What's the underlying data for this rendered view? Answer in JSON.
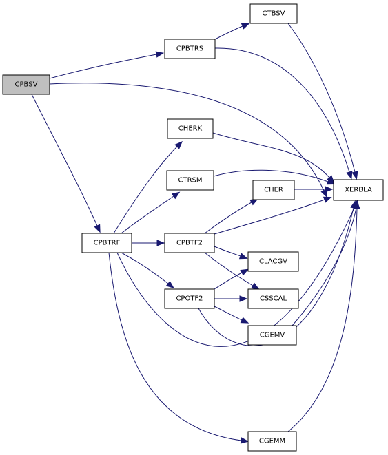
{
  "diagram": {
    "colors": {
      "edge": "#191970",
      "node_border": "#000000",
      "root_fill": "#bfbfbf",
      "node_fill": "#ffffff"
    },
    "nodes": [
      {
        "id": "CPBSV",
        "label": "CPBSV",
        "root": true
      },
      {
        "id": "CPBTRS",
        "label": "CPBTRS"
      },
      {
        "id": "CTBSV",
        "label": "CTBSV"
      },
      {
        "id": "CHERK",
        "label": "CHERK"
      },
      {
        "id": "CTRSM",
        "label": "CTRSM"
      },
      {
        "id": "CHER",
        "label": "CHER"
      },
      {
        "id": "XERBLA",
        "label": "XERBLA"
      },
      {
        "id": "CPBTRF",
        "label": "CPBTRF"
      },
      {
        "id": "CPBTF2",
        "label": "CPBTF2"
      },
      {
        "id": "CLACGV",
        "label": "CLACGV"
      },
      {
        "id": "CPOTF2",
        "label": "CPOTF2"
      },
      {
        "id": "CSSCAL",
        "label": "CSSCAL"
      },
      {
        "id": "CGEMV",
        "label": "CGEMV"
      },
      {
        "id": "CGEMM",
        "label": "CGEMM"
      }
    ],
    "edges": [
      {
        "from": "CPBSV",
        "to": "CPBTRS"
      },
      {
        "from": "CPBSV",
        "to": "XERBLA"
      },
      {
        "from": "CPBSV",
        "to": "CPBTRF"
      },
      {
        "from": "CPBTRS",
        "to": "CTBSV"
      },
      {
        "from": "CPBTRS",
        "to": "XERBLA"
      },
      {
        "from": "CTBSV",
        "to": "XERBLA"
      },
      {
        "from": "CHERK",
        "to": "XERBLA"
      },
      {
        "from": "CTRSM",
        "to": "XERBLA"
      },
      {
        "from": "CHER",
        "to": "XERBLA"
      },
      {
        "from": "CPBTRF",
        "to": "CHERK"
      },
      {
        "from": "CPBTRF",
        "to": "CTRSM"
      },
      {
        "from": "CPBTRF",
        "to": "CPBTF2"
      },
      {
        "from": "CPBTRF",
        "to": "CPOTF2"
      },
      {
        "from": "CPBTRF",
        "to": "XERBLA"
      },
      {
        "from": "CPBTRF",
        "to": "CGEMM"
      },
      {
        "from": "CPBTF2",
        "to": "CHER"
      },
      {
        "from": "CPBTF2",
        "to": "XERBLA"
      },
      {
        "from": "CPBTF2",
        "to": "CLACGV"
      },
      {
        "from": "CPBTF2",
        "to": "CSSCAL"
      },
      {
        "from": "CPOTF2",
        "to": "CLACGV"
      },
      {
        "from": "CPOTF2",
        "to": "CSSCAL"
      },
      {
        "from": "CPOTF2",
        "to": "CGEMV"
      },
      {
        "from": "CPOTF2",
        "to": "XERBLA"
      },
      {
        "from": "CGEMV",
        "to": "XERBLA"
      },
      {
        "from": "CGEMM",
        "to": "XERBLA"
      }
    ]
  }
}
